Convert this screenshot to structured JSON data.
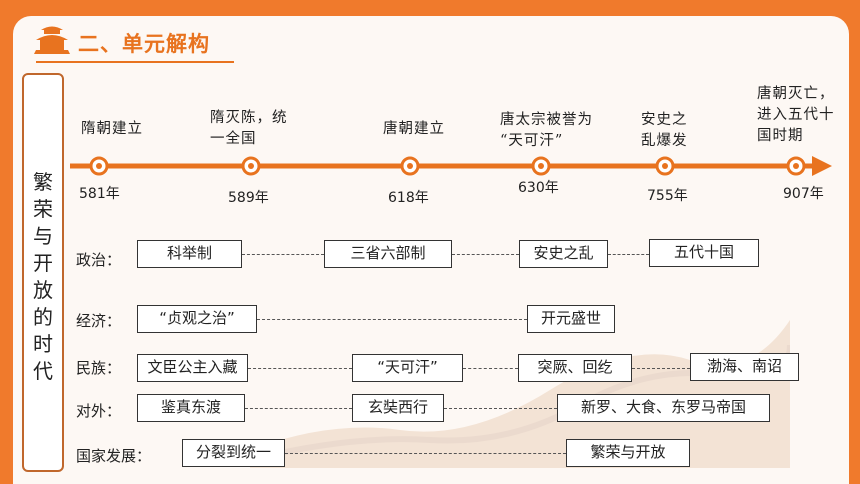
{
  "header": {
    "title": "二、单元解构"
  },
  "side_label": "繁荣与开放的时代",
  "timeline": [
    {
      "event": "隋朝建立",
      "year": "581年"
    },
    {
      "event": "隋灭陈，统\n一全国",
      "year": "589年"
    },
    {
      "event": "唐朝建立",
      "year": "618年"
    },
    {
      "event": "唐太宗被誉为\n“天可汗”",
      "year": "630年"
    },
    {
      "event": "安史之\n乱爆发",
      "year": "755年"
    },
    {
      "event": "唐朝灭亡，\n进入五代十\n国时期",
      "year": "907年"
    }
  ],
  "rows": {
    "politics": {
      "label": "政治：",
      "items": [
        "科举制",
        "三省六部制",
        "安史之乱",
        "五代十国"
      ]
    },
    "economy": {
      "label": "经济：",
      "items": [
        "“贞观之治”",
        "开元盛世"
      ]
    },
    "ethnic": {
      "label": "民族：",
      "items": [
        "文臣公主入藏",
        "“天可汗”",
        "突厥、回纥",
        "渤海、南诏"
      ]
    },
    "foreign": {
      "label": "对外：",
      "items": [
        "鉴真东渡",
        "玄奘西行",
        "新罗、大食、东罗马帝国"
      ]
    },
    "development": {
      "label": "国家发展：",
      "items": [
        "分裂到统一",
        "繁荣与开放"
      ]
    }
  },
  "colors": {
    "frame": "#f07a2c",
    "accent": "#e8731f",
    "panel": "#fdf8f4"
  }
}
